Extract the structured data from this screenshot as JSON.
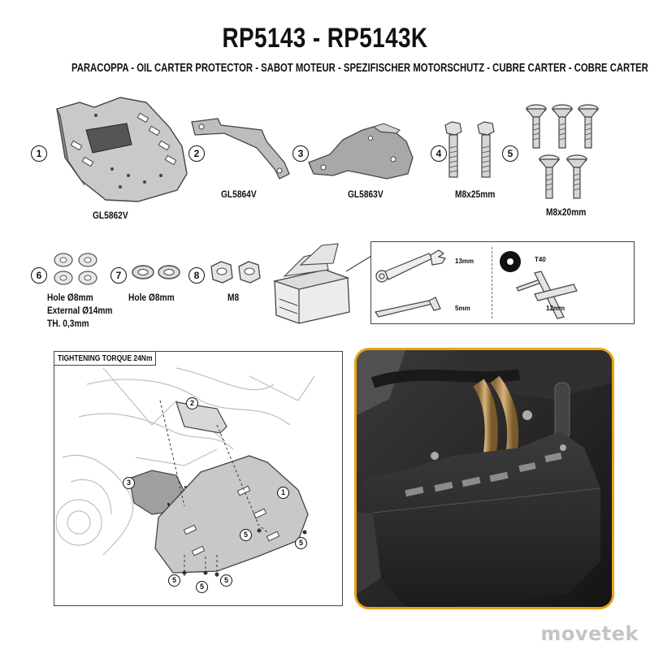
{
  "header": {
    "title": "RP5143 - RP5143K",
    "subtitle": "PARACOPPA  -  OIL CARTER PROTECTOR - SABOT MOTEUR - SPEZIFISCHER MOTORSCHUTZ - CUBRE CARTER - COBRE CARTER"
  },
  "parts": [
    {
      "num": "1",
      "code": "GL5862V"
    },
    {
      "num": "2",
      "code": "GL5864V"
    },
    {
      "num": "3",
      "code": "GL5863V"
    },
    {
      "num": "4",
      "code": "M8x25mm"
    },
    {
      "num": "5",
      "code": "M8x20mm"
    },
    {
      "num": "6",
      "line1": "Hole Ø8mm",
      "line2": "External Ø14mm",
      "line3": "TH. 0,3mm"
    },
    {
      "num": "7",
      "line1": "Hole Ø8mm"
    },
    {
      "num": "8",
      "line1": "M8"
    }
  ],
  "tools": {
    "wrench_size": "13mm",
    "allen_size": "5mm",
    "torx_label": "T40",
    "socket_size": "12mm"
  },
  "diagram": {
    "torque_label": "TIGHTENING TORQUE 24Nm",
    "callouts": [
      "2",
      "3",
      "1",
      "5",
      "5",
      "5",
      "5",
      "5"
    ]
  },
  "watermark": "movetek",
  "colors": {
    "photo_frame": "#e8a317",
    "plate": "#9a9a9a",
    "line": "#333333"
  }
}
